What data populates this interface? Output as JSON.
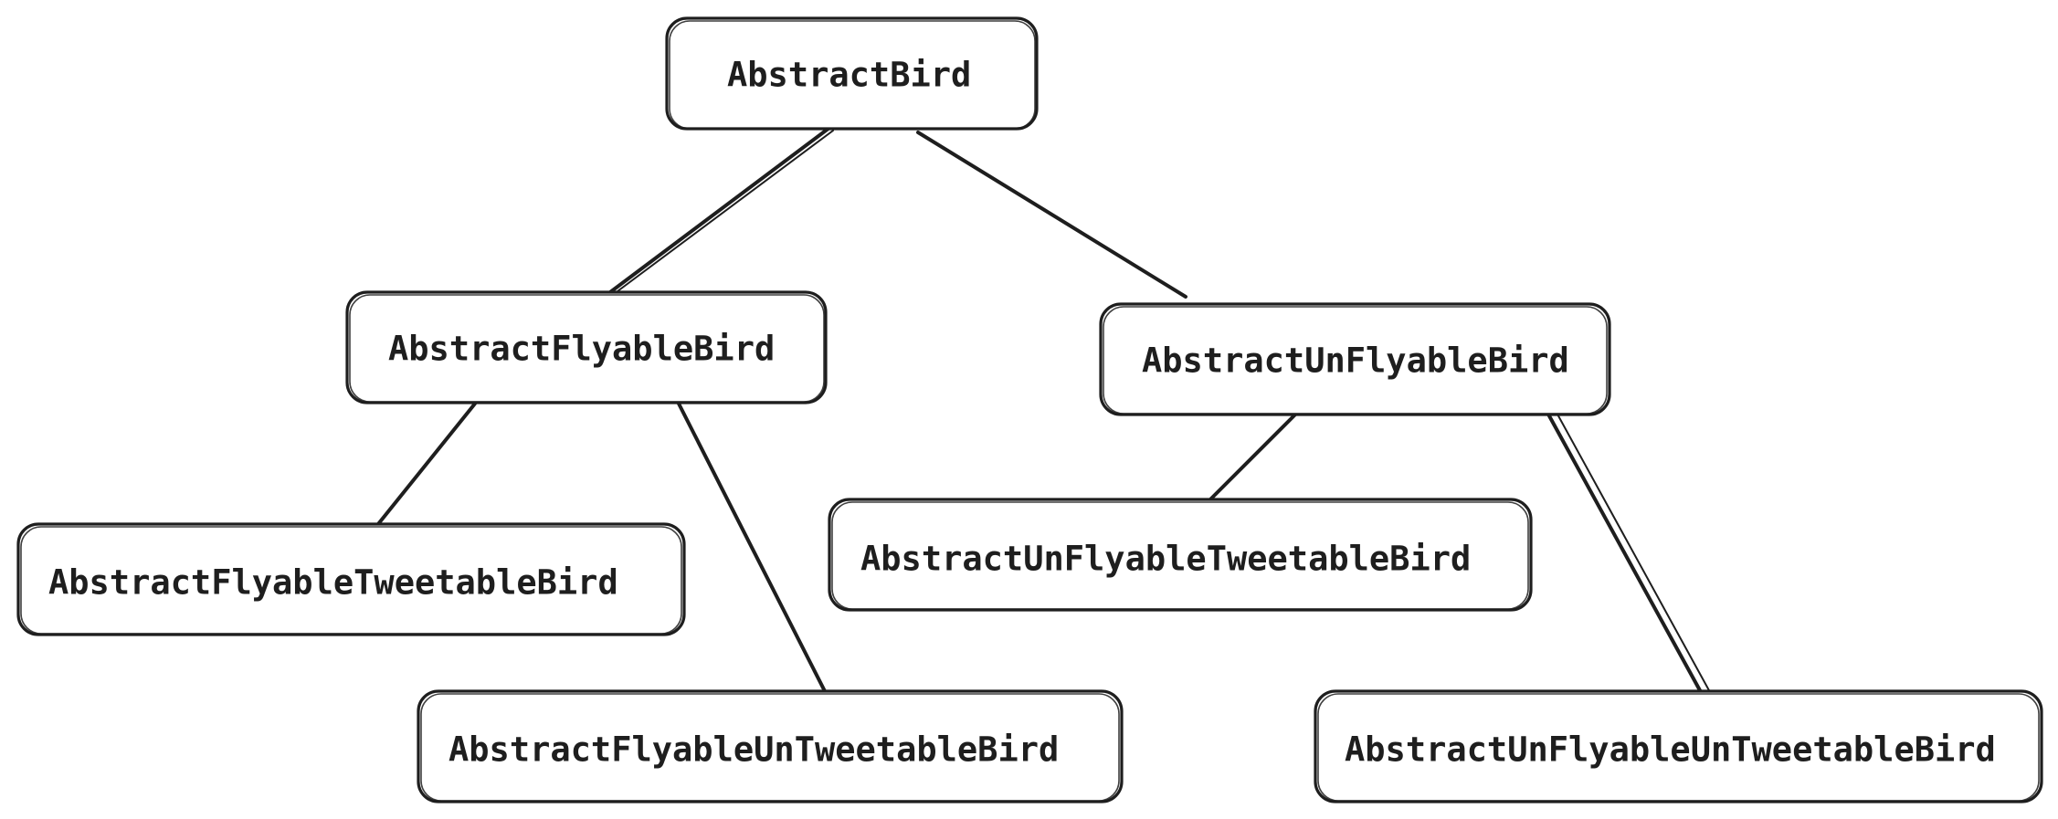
{
  "diagram": {
    "stroke_color": "#1e1e1e",
    "background": "#ffffff",
    "nodes": {
      "root": {
        "label": "AbstractBird"
      },
      "flyable": {
        "label": "AbstractFlyableBird"
      },
      "unflyable": {
        "label": "AbstractUnFlyableBird"
      },
      "flyable_tweetable": {
        "label": "AbstractFlyableTweetableBird"
      },
      "flyable_untweetable": {
        "label": "AbstractFlyableUnTweetableBird"
      },
      "unflyable_tweetable": {
        "label": "AbstractUnFlyableTweetableBird"
      },
      "unflyable_untweetable": {
        "label": "AbstractUnFlyableUnTweetableBird"
      }
    },
    "edges": [
      {
        "from": "root",
        "to": "flyable"
      },
      {
        "from": "root",
        "to": "unflyable"
      },
      {
        "from": "flyable",
        "to": "flyable_tweetable"
      },
      {
        "from": "flyable",
        "to": "flyable_untweetable"
      },
      {
        "from": "unflyable",
        "to": "unflyable_tweetable"
      },
      {
        "from": "unflyable",
        "to": "unflyable_untweetable"
      }
    ]
  }
}
